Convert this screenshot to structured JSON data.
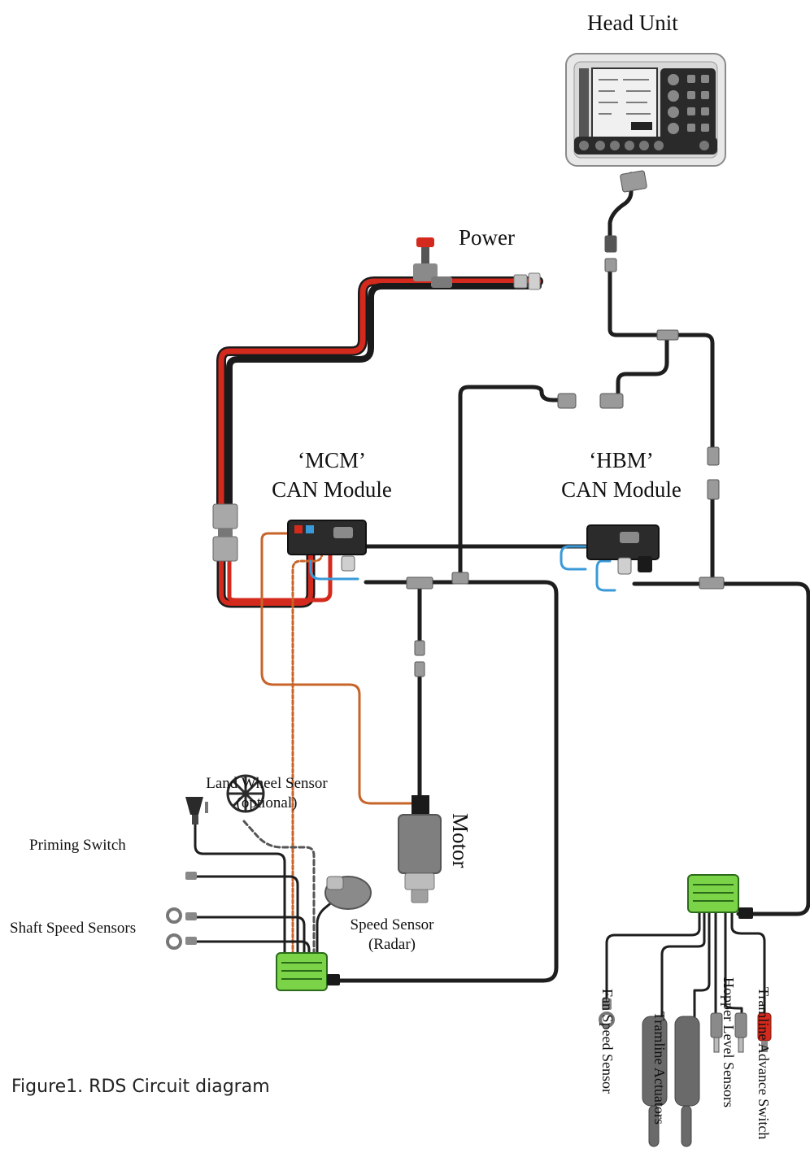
{
  "labels": {
    "head_unit": "Head Unit",
    "power": "Power",
    "mcm_name": "‘MCM’",
    "mcm_sub": "CAN Module",
    "hbm_name": "‘HBM’",
    "hbm_sub": "CAN Module",
    "land_wheel_1": "Land Wheel Sensor",
    "land_wheel_2": "(optional)",
    "priming_switch": "Priming Switch",
    "shaft_speed": "Shaft Speed Sensors",
    "motor": "Motor",
    "speed_sensor_1": "Speed Sensor",
    "speed_sensor_2": "(Radar)",
    "fan_speed": "Fan Speed Sensor",
    "tramline_actuators": "Tramline Actuators",
    "hopper_level": "Hopper Level Sensors",
    "tramline_advance": "Tramline Advance Switch"
  },
  "caption": "Figure1. RDS Circuit diagram",
  "colors": {
    "power_cable": "#d42a1e",
    "data_cable": "#1e1e1e",
    "signal_cable": "#c8642a",
    "blue_wire": "#3a9ad9",
    "module_green": "#7bd348",
    "connector_grey": "#9a9a9a"
  }
}
